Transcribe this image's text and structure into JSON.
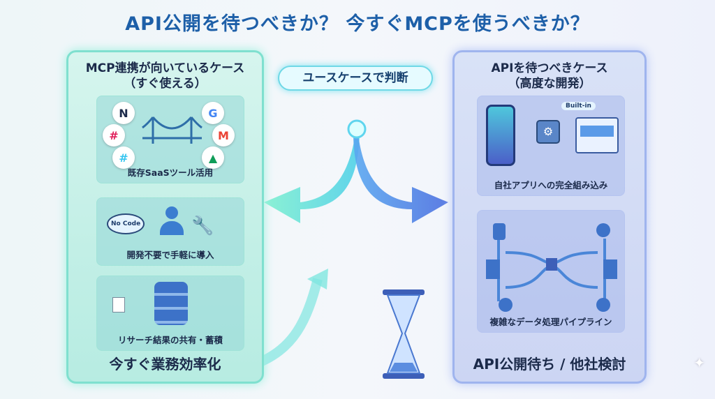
{
  "title": "API公開を待つべきか？ 今すぐMCPを使うべきか？",
  "center_label": "ユースケースで判断",
  "left": {
    "title": "MCP連携が向いているケース",
    "subtitle": "（すぐ使える）",
    "cards": [
      {
        "caption": "既存SaaSツール活用",
        "icons": {
          "notion": "N",
          "google": "G",
          "gmail": "M"
        }
      },
      {
        "caption": "開発不要で手軽に導入",
        "badge": "No Code"
      },
      {
        "caption": "リサーチ結果の共有・蓄積"
      }
    ],
    "bottom": "今すぐ業務効率化"
  },
  "right": {
    "title": "APIを待つべきケース",
    "subtitle": "（高度な開発）",
    "cards": [
      {
        "caption": "自社アプリへの完全組み込み",
        "badge": "Built-in"
      },
      {
        "caption": "複雑なデータ処理パイプライン"
      }
    ],
    "bottom": "API公開待ち / 他社検討"
  }
}
